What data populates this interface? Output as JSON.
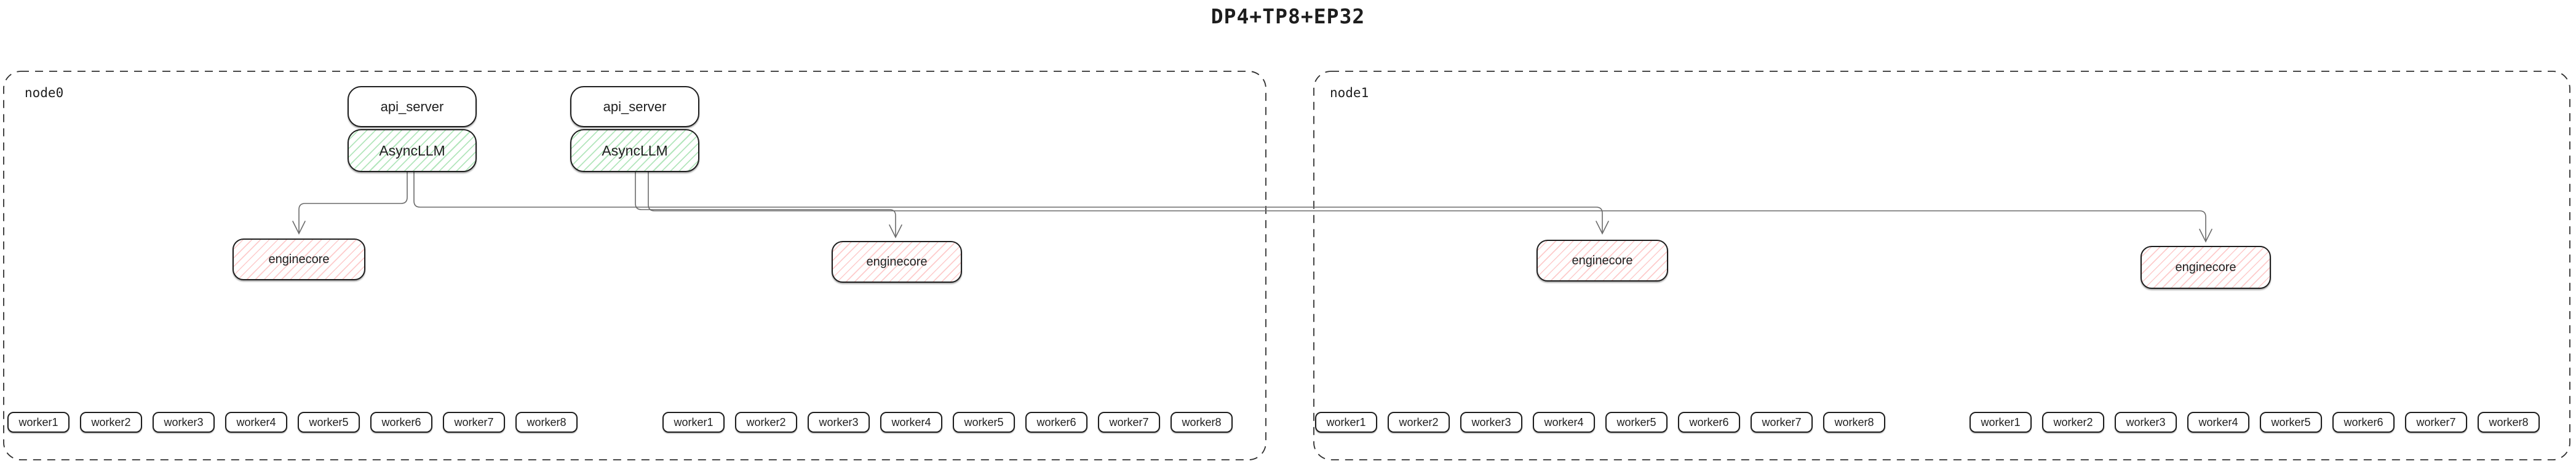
{
  "title": "DP4+TP8+EP32",
  "colors": {
    "box_border": "#1e1e1e",
    "wire": "#6b6b6b",
    "node_border": "#2f2f2f",
    "async_llm_hatch": "#40c057",
    "enginecore_hatch": "#fa5252",
    "background": "#ffffff"
  },
  "nodes": [
    {
      "label": "node0",
      "api_pairs": [
        {
          "api_server": "api_server",
          "async_llm": "AsyncLLM"
        },
        {
          "api_server": "api_server",
          "async_llm": "AsyncLLM"
        }
      ],
      "enginecores": [
        "enginecore",
        "enginecore"
      ],
      "worker_groups": [
        [
          "worker1",
          "worker2",
          "worker3",
          "worker4",
          "worker5",
          "worker6",
          "worker7",
          "worker8"
        ],
        [
          "worker1",
          "worker2",
          "worker3",
          "worker4",
          "worker5",
          "worker6",
          "worker7",
          "worker8"
        ]
      ]
    },
    {
      "label": "node1",
      "api_pairs": [],
      "enginecores": [
        "enginecore",
        "enginecore"
      ],
      "worker_groups": [
        [
          "worker1",
          "worker2",
          "worker3",
          "worker4",
          "worker5",
          "worker6",
          "worker7",
          "worker8"
        ],
        [
          "worker1",
          "worker2",
          "worker3",
          "worker4",
          "worker5",
          "worker6",
          "worker7",
          "worker8"
        ]
      ]
    }
  ],
  "connections": [
    {
      "from": "AsyncLLM-1",
      "to": "node0 enginecore-1"
    },
    {
      "from": "AsyncLLM-1",
      "to": "node1 enginecore-3"
    },
    {
      "from": "AsyncLLM-2",
      "to": "node0 enginecore-2"
    },
    {
      "from": "AsyncLLM-2",
      "to": "node1 enginecore-4"
    }
  ]
}
